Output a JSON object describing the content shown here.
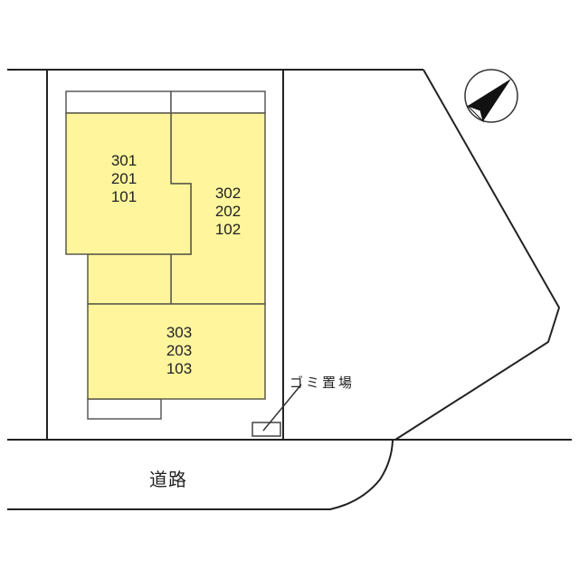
{
  "site_plan": {
    "units": [
      {
        "id": "block-1",
        "rooms": [
          "301",
          "201",
          "101"
        ]
      },
      {
        "id": "block-2",
        "rooms": [
          "302",
          "202",
          "102"
        ]
      },
      {
        "id": "block-3",
        "rooms": [
          "303",
          "203",
          "103"
        ]
      }
    ],
    "garbage_area_label": "ゴミ置場",
    "road_label": "道路",
    "compass_icon": "north-arrow-icon",
    "colors": {
      "building_fill": "#FFF59D",
      "building_stroke": "#5a5a4a",
      "line": "#222222"
    }
  }
}
